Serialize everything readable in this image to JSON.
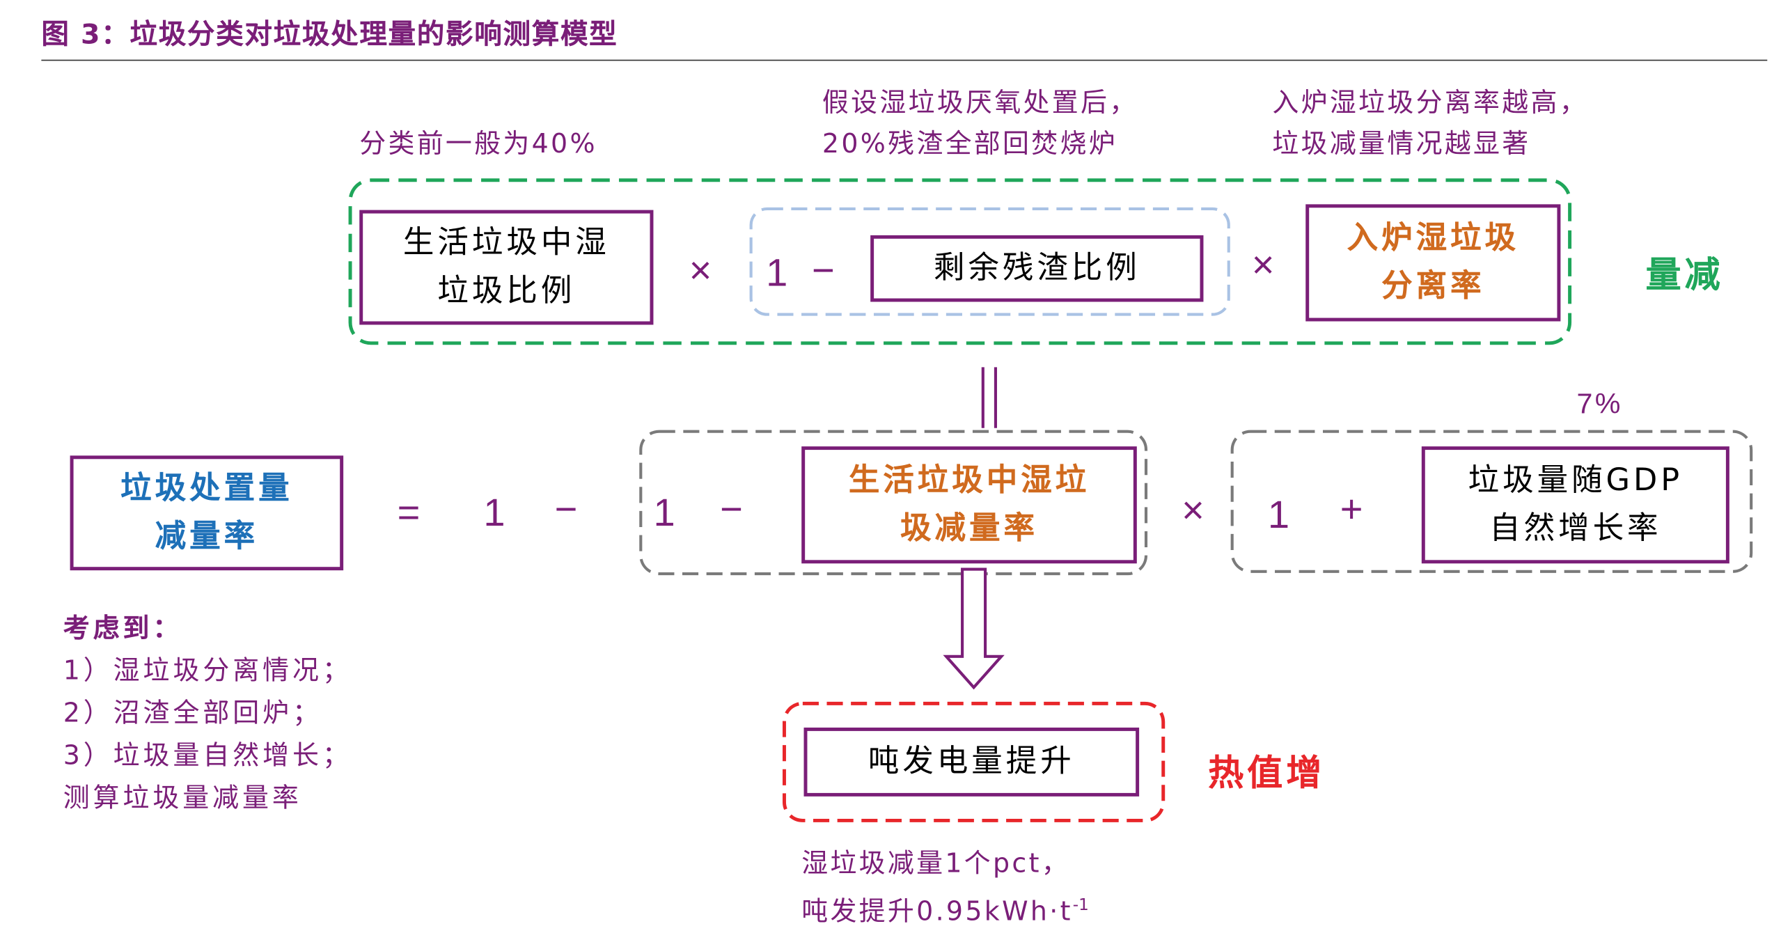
{
  "figure": {
    "title": "图 3：垃圾分类对垃圾处理量的影响测算模型"
  },
  "annotations": {
    "pre_sort_ratio": "分类前一般为40%",
    "residue_assumption": [
      "假设湿垃圾厌氧处置后，",
      "20%残渣全部回焚烧炉"
    ],
    "separation_effect": [
      "入炉湿垃圾分离率越高，",
      "垃圾减量情况越显著"
    ],
    "gdp_growth": "7%",
    "heat_result": [
      "湿垃圾减量1个pct，",
      "吨发提升0.95kWh·t"
    ],
    "heat_result_sup": "-1"
  },
  "boxes": {
    "wet_ratio": [
      "生活垃圾中湿",
      "垃圾比例"
    ],
    "residue_ratio": "剩余残渣比例",
    "separation_rate": [
      "入炉湿垃圾",
      "分离率"
    ],
    "disposal_reduction": [
      "垃圾处置量",
      "减量率"
    ],
    "wet_reduction": [
      "生活垃圾中湿垃",
      "圾减量率"
    ],
    "gdp_growth": [
      "垃圾量随GDP",
      "自然增长率"
    ],
    "power_increase": "吨发电量提升"
  },
  "symbols": {
    "times": "×",
    "one": "1",
    "minus": "−",
    "equals": "=",
    "plus": "+"
  },
  "labels": {
    "volume_reduction": "量减",
    "heat_increase": "热值增"
  },
  "considerations": {
    "head": "考虑到：",
    "items": [
      "1）湿垃圾分离情况；",
      "2）沼渣全部回炉；",
      "3）垃圾量自然增长；",
      "测算垃圾量减量率"
    ]
  },
  "colors": {
    "purple": "#7a1e78",
    "green": "#1fa65a",
    "light_blue": "#a9c2e4",
    "gray": "#7a7a7a",
    "red": "#e8262a",
    "orange": "#d06a1e",
    "blue": "#1d70b8"
  }
}
